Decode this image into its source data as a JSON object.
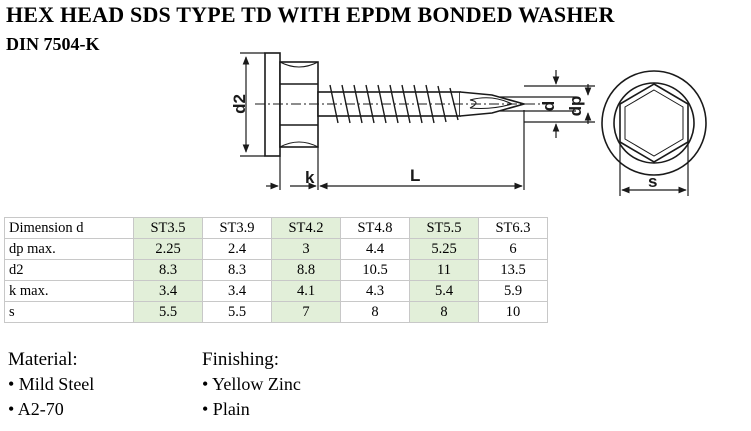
{
  "title": "HEX HEAD SDS TYPE TD WITH EPDM BONDED WASHER",
  "subtitle": "DIN 7504-K",
  "diagram": {
    "labels": {
      "d2": "d2",
      "k": "k",
      "L": "L",
      "d": "d",
      "dp": "dp",
      "s": "s"
    },
    "colors": {
      "line": "#1a1a1a",
      "fill": "#ffffff"
    }
  },
  "table": {
    "headers": [
      "Dimension d",
      "ST3.5",
      "ST3.9",
      "ST4.2",
      "ST4.8",
      "ST5.5",
      "ST6.3"
    ],
    "rows": [
      [
        "dp max.",
        "2.25",
        "2.4",
        "3",
        "4.4",
        "5.25",
        "6"
      ],
      [
        "d2",
        "8.3",
        "8.3",
        "8.8",
        "10.5",
        "11",
        "13.5"
      ],
      [
        "k max.",
        "3.4",
        "3.4",
        "4.1",
        "4.3",
        "5.4",
        "5.9"
      ],
      [
        "s",
        "5.5",
        "5.5",
        "7",
        "8",
        "8",
        "10"
      ]
    ],
    "highlight_color": "#e2efd9",
    "highlight_columns": [
      1,
      3,
      5
    ]
  },
  "material": {
    "heading": "Material:",
    "items": [
      "• Mild Steel",
      "• A2-70"
    ]
  },
  "finishing": {
    "heading": "Finishing:",
    "items": [
      "• Yellow Zinc",
      "• Plain"
    ]
  }
}
